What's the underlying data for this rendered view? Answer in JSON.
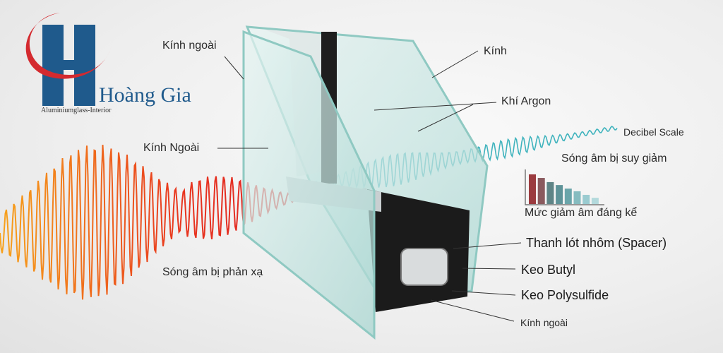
{
  "logo": {
    "name": "Hoàng Gia",
    "tagline": "Aluminiumglass-Interior",
    "colors": {
      "blue": "#1f5a8c",
      "red": "#d42a2f"
    }
  },
  "labels": {
    "outer_glass_top": "Kính ngoài",
    "glass": "Kính",
    "argon": "Khí Argon",
    "decibel": "Decibel Scale",
    "attenuated": "Sóng âm bị suy giảm",
    "outer_glass_mid": "Kính Ngoài",
    "reduction": "Mức giảm âm đáng kể",
    "spacer": "Thanh lót nhôm (Spacer)",
    "butyl": "Keo Butyl",
    "polysulfide": "Keo Polysulfide",
    "outer_glass_bottom": "Kính ngoài",
    "reflected": "Sóng âm bị phản xạ"
  },
  "decibel_bars": {
    "relative_levels": [
      1.0,
      0.88,
      0.74,
      0.64,
      0.52,
      0.43,
      0.31,
      0.21
    ],
    "colors": [
      "#9b3b3f",
      "#8a5a5e",
      "#5e8486",
      "#5e9398",
      "#6aa5aa",
      "#86bcc0",
      "#9acbd0",
      "#b3d9dc"
    ]
  },
  "colors": {
    "wave_in": "#e53a1e",
    "wave_out": "#3fb3bd",
    "glass": "#bfe3df",
    "frame": "#1b1b1b"
  }
}
